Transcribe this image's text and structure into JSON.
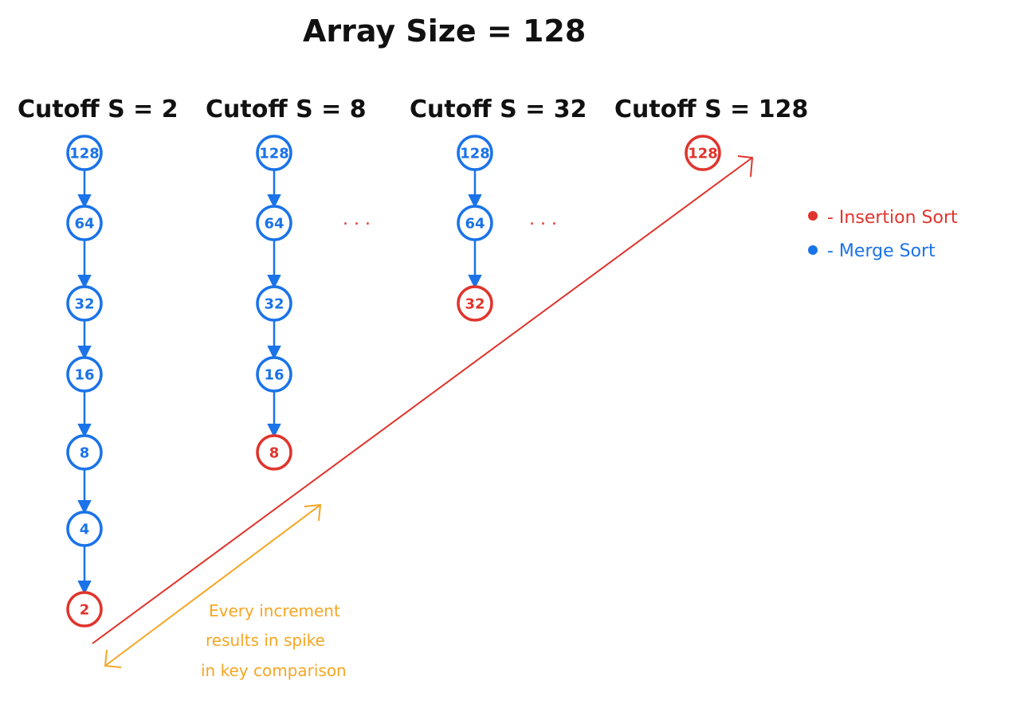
{
  "title": "Array Size = 128",
  "colors": {
    "merge": "#1a73e8",
    "insertion": "#e0342c",
    "annotation": "#f5a623",
    "text": "#111111"
  },
  "columns": [
    {
      "label": "Cutoff S = 2",
      "nodes": [
        {
          "value": "128",
          "type": "merge"
        },
        {
          "value": "64",
          "type": "merge"
        },
        {
          "value": "32",
          "type": "merge"
        },
        {
          "value": "16",
          "type": "merge"
        },
        {
          "value": "8",
          "type": "merge"
        },
        {
          "value": "4",
          "type": "merge"
        },
        {
          "value": "2",
          "type": "insertion"
        }
      ]
    },
    {
      "label": "Cutoff S = 8",
      "nodes": [
        {
          "value": "128",
          "type": "merge"
        },
        {
          "value": "64",
          "type": "merge"
        },
        {
          "value": "32",
          "type": "merge"
        },
        {
          "value": "16",
          "type": "merge"
        },
        {
          "value": "8",
          "type": "insertion"
        }
      ]
    },
    {
      "label": "Cutoff S = 32",
      "nodes": [
        {
          "value": "128",
          "type": "merge"
        },
        {
          "value": "64",
          "type": "merge"
        },
        {
          "value": "32",
          "type": "insertion"
        }
      ]
    },
    {
      "label": "Cutoff S = 128",
      "nodes": [
        {
          "value": "128",
          "type": "insertion"
        }
      ]
    }
  ],
  "ellipsis": ". . .",
  "legend": [
    {
      "label": "- Insertion Sort",
      "type": "insertion"
    },
    {
      "label": "- Merge Sort",
      "type": "merge"
    }
  ],
  "annotation": [
    "Every increment",
    "results in spike",
    "in key comparison"
  ]
}
